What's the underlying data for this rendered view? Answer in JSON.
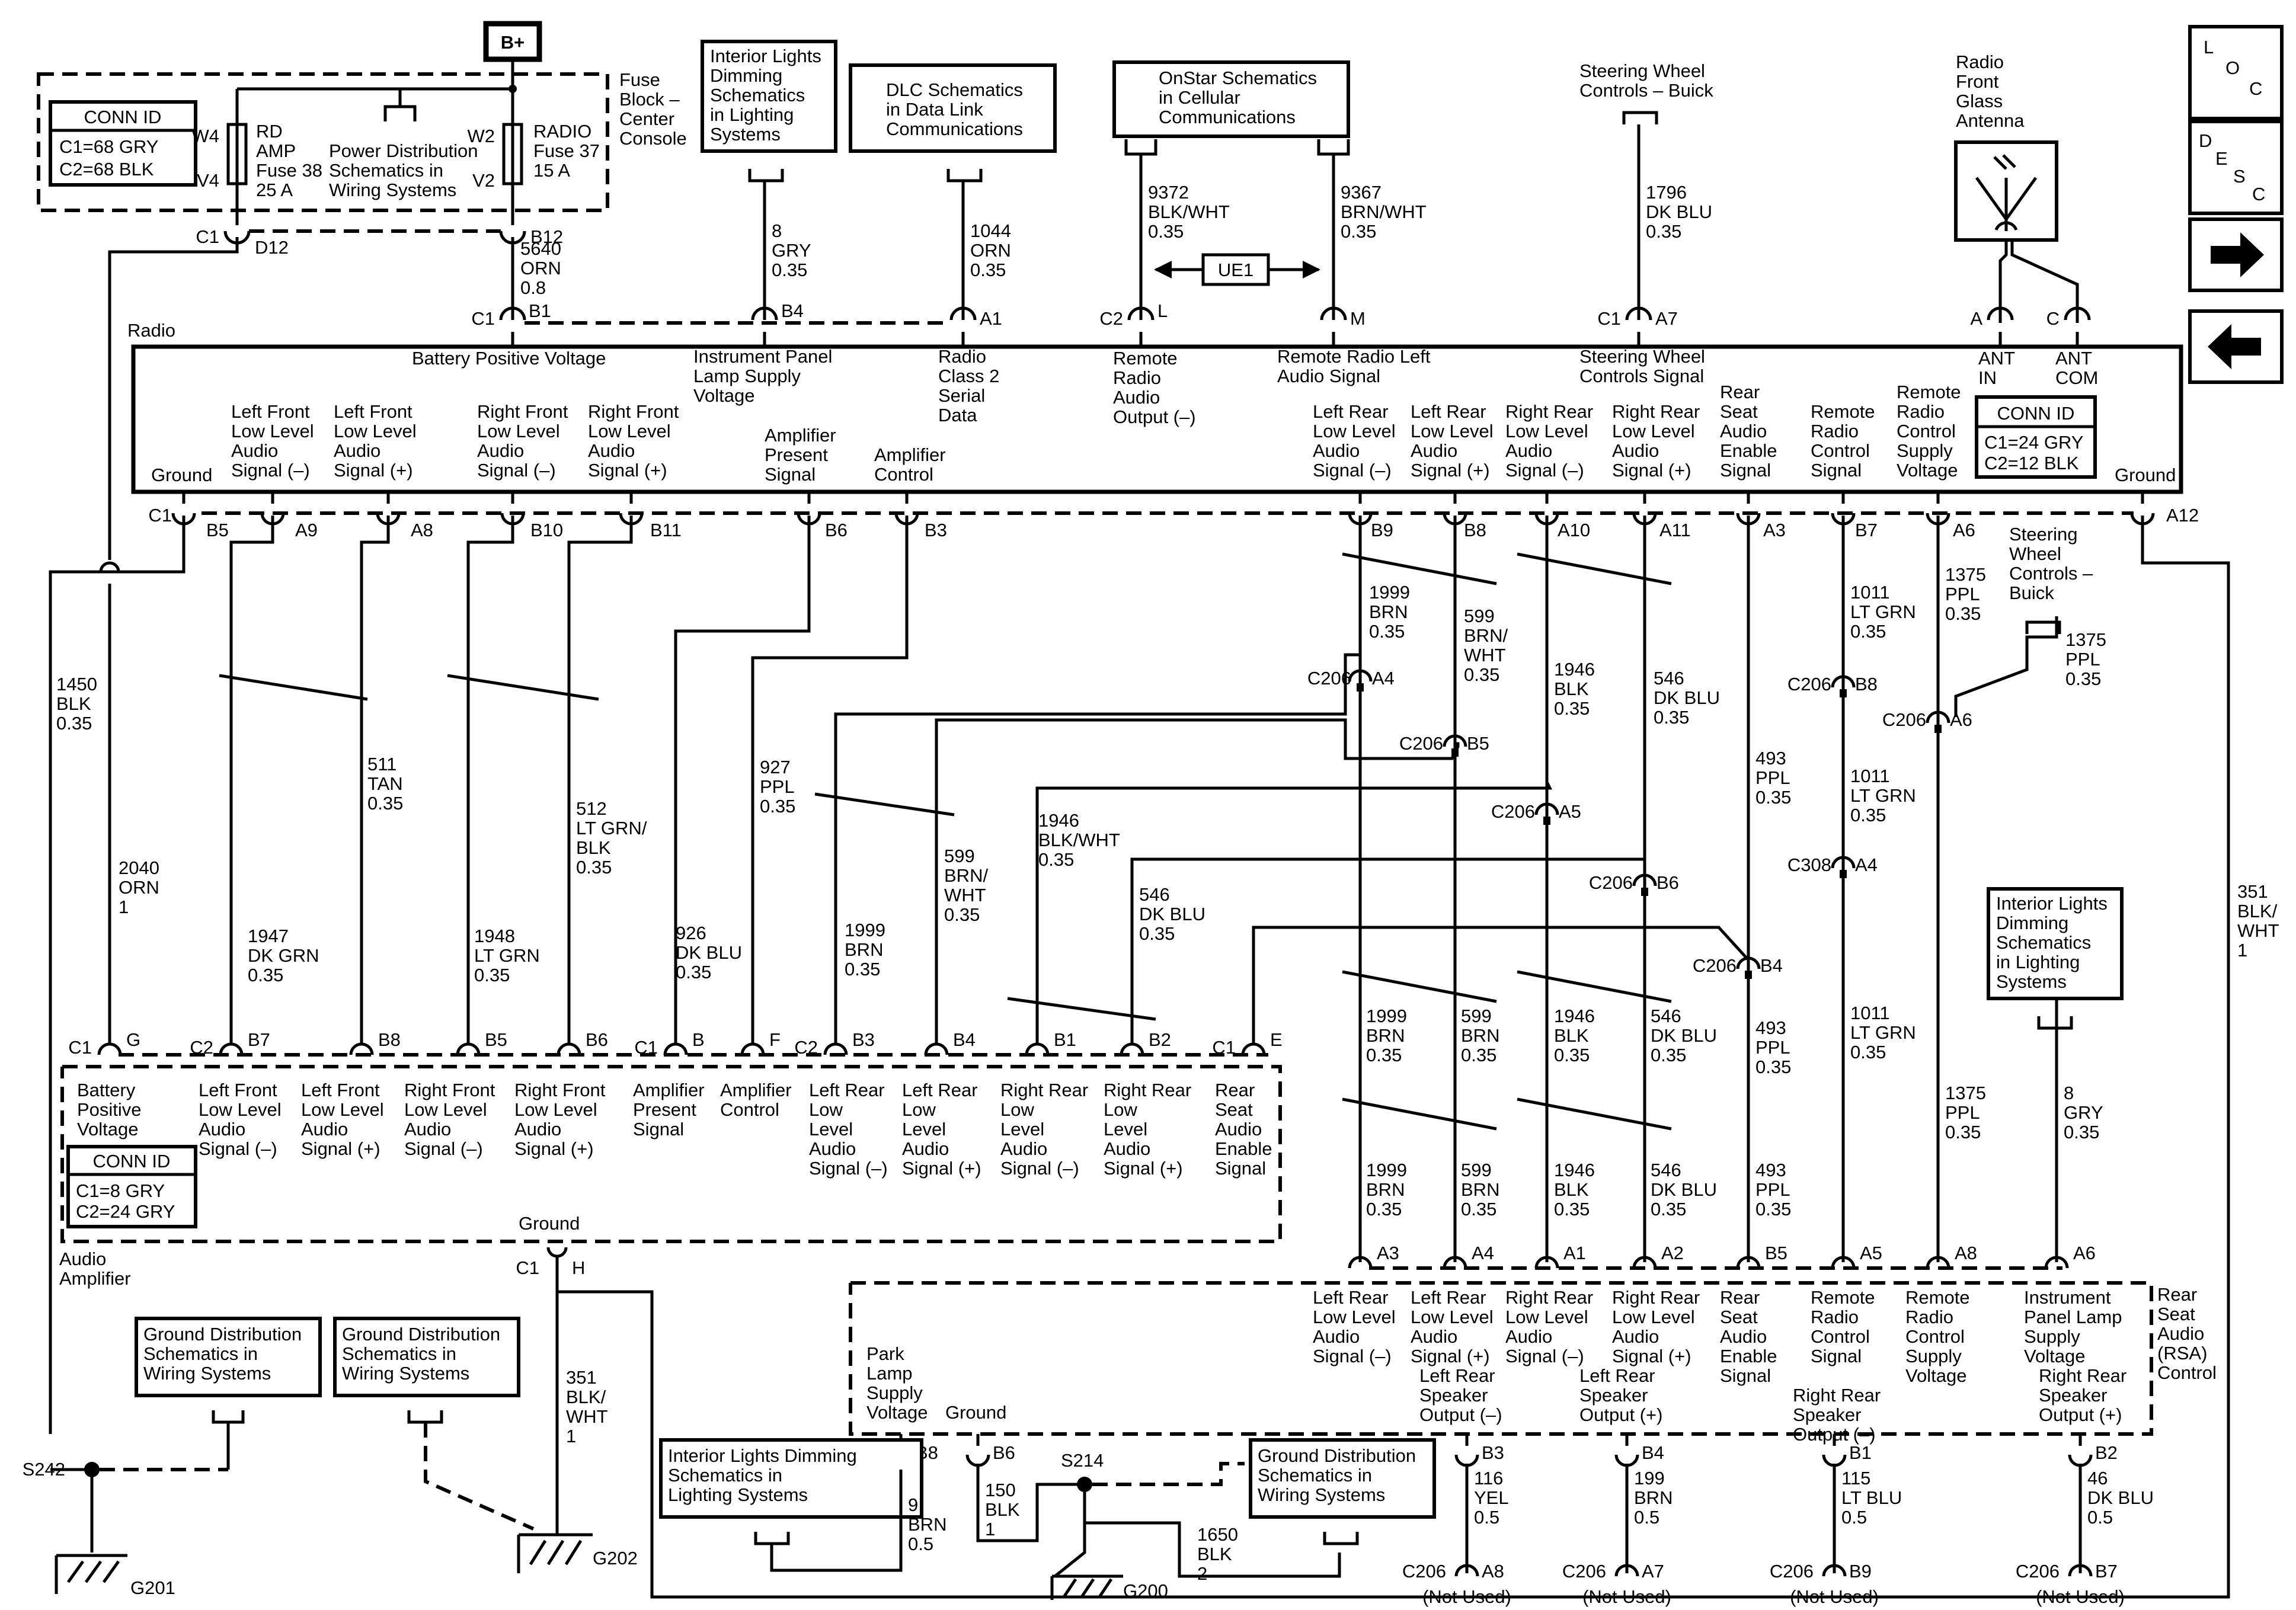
{
  "b_plus": "B+",
  "fuse_block": [
    "Fuse",
    "Block –",
    "Center",
    "Console"
  ],
  "fuse_conn": {
    "title": "CONN ID",
    "lines": [
      "C1=68 GRY",
      "C2=68 BLK"
    ]
  },
  "fuse_rd_amp": {
    "left_top": "W4",
    "left_bot": "V4",
    "lines": [
      "RD",
      "AMP",
      "Fuse 38",
      "25 A"
    ]
  },
  "fuse_radio": {
    "left_top": "W2",
    "right_bot": "V2",
    "lines": [
      "RADIO",
      "Fuse 37",
      "15 A"
    ]
  },
  "power_dist": [
    "Power Distribution",
    "Schematics in",
    "Wiring Systems"
  ],
  "refs": {
    "int_lights_top": [
      "Interior Lights",
      "Dimming",
      "Schematics",
      "in Lighting",
      "Systems"
    ],
    "dlc": [
      "DLC Schematics",
      "in Data Link",
      "Communications"
    ],
    "onstar": [
      "OnStar Schematics",
      "in Cellular",
      "Communications"
    ],
    "steering_top": [
      "Steering Wheel",
      "Controls – Buick"
    ],
    "antenna": [
      "Radio",
      "Front",
      "Glass",
      "Antenna"
    ],
    "steering_right": [
      "Steering",
      "Wheel",
      "Controls –",
      "Buick"
    ],
    "int_lights_right": [
      "Interior Lights",
      "Dimming",
      "Schematics",
      "in Lighting",
      "Systems"
    ],
    "gnd_dist_1": [
      "Ground Distribution",
      "Schematics in",
      "Wiring Systems"
    ],
    "gnd_dist_2": [
      "Ground Distribution",
      "Schematics in",
      "Wiring Systems"
    ],
    "int_lights_bottom": [
      "Interior Lights Dimming",
      "Schematics in",
      "Lighting Systems"
    ],
    "gnd_dist_3": [
      "Ground Distribution",
      "Schematics in",
      "Wiring Systems"
    ]
  },
  "nav": {
    "loc": [
      "L",
      "O",
      "C"
    ],
    "desc": [
      "D",
      "E",
      "S",
      "C"
    ]
  },
  "ue1": "UE1",
  "radio": {
    "label": "Radio",
    "conn": {
      "title": "CONN ID",
      "lines": [
        "C1=24 GRY",
        "C2=12 BLK"
      ]
    },
    "top_labels": [
      [
        "Battery Positive Voltage"
      ],
      [
        "Instrument Panel",
        "Lamp Supply",
        "Voltage"
      ],
      [
        "Radio",
        "Class 2",
        "Serial",
        "Data"
      ],
      [
        "Remote",
        "Radio",
        "Audio",
        "Output (–)"
      ],
      [
        "Remote Radio Left",
        "Audio Signal"
      ],
      [
        "Steering Wheel",
        "Controls Signal"
      ],
      [
        "ANT",
        "IN"
      ],
      [
        "ANT",
        "COM"
      ]
    ],
    "bottom_labels": [
      [
        "Ground"
      ],
      [
        "Left Front",
        "Low Level",
        "Audio",
        "Signal (–)"
      ],
      [
        "Left Front",
        "Low Level",
        "Audio",
        "Signal (+)"
      ],
      [
        "Right Front",
        "Low Level",
        "Audio",
        "Signal (–)"
      ],
      [
        "Right Front",
        "Low Level",
        "Audio",
        "Signal (+)"
      ],
      [
        "Amplifier",
        "Present",
        "Signal"
      ],
      [
        "Amplifier",
        "Control"
      ],
      [
        "Left Rear",
        "Low Level",
        "Audio",
        "Signal (–)"
      ],
      [
        "Left Rear",
        "Low Level",
        "Audio",
        "Signal (+)"
      ],
      [
        "Right Rear",
        "Low Level",
        "Audio",
        "Signal (–)"
      ],
      [
        "Right Rear",
        "Low Level",
        "Audio",
        "Signal (+)"
      ],
      [
        "Rear",
        "Seat",
        "Audio",
        "Enable",
        "Signal"
      ],
      [
        "Remote",
        "Radio",
        "Control",
        "Signal"
      ],
      [
        "Remote",
        "Radio",
        "Control",
        "Supply",
        "Voltage"
      ],
      [
        "Ground"
      ]
    ]
  },
  "top_pins": [
    {
      "conn": "C1",
      "pin": "D12"
    },
    {
      "conn": "",
      "pin": "B12"
    },
    {
      "conn": "C1",
      "pin": "B1"
    },
    {
      "conn": "",
      "pin": "B4"
    },
    {
      "conn": "",
      "pin": "A1"
    },
    {
      "conn": "C2",
      "pin": "L"
    },
    {
      "conn": "",
      "pin": "M"
    },
    {
      "conn": "C1",
      "pin": "A7"
    },
    {
      "conn": "A",
      "pin": ""
    },
    {
      "conn": "C",
      "pin": ""
    }
  ],
  "top_wires": [
    [
      "5640",
      "ORN",
      "0.8"
    ],
    [
      "8",
      "GRY",
      "0.35"
    ],
    [
      "1044",
      "ORN",
      "0.35"
    ],
    [
      "9372",
      "BLK/WHT",
      "0.35"
    ],
    [
      "9367",
      "BRN/WHT",
      "0.35"
    ],
    [
      "1796",
      "DK BLU",
      "0.35"
    ]
  ],
  "radio_bottom_pins": [
    "C1",
    "B5",
    "A9",
    "A8",
    "B10",
    "B11",
    "B6",
    "B3",
    "B9",
    "B8",
    "A10",
    "A11",
    "A3",
    "B7",
    "A6",
    "A12"
  ],
  "mid_wires": {
    "w1450": [
      "1450",
      "BLK",
      "0.35"
    ],
    "w2040": [
      "2040",
      "ORN",
      "1"
    ],
    "w1947": [
      "1947",
      "DK GRN",
      "0.35"
    ],
    "w511": [
      "511",
      "TAN",
      "0.35"
    ],
    "w1948": [
      "1948",
      "LT GRN",
      "0.35"
    ],
    "w512": [
      "512",
      "LT GRN/",
      "BLK",
      "0.35"
    ],
    "w926": [
      "926",
      "DK BLU",
      "0.35"
    ],
    "w927": [
      "927",
      "PPL",
      "0.35"
    ],
    "w1999a": [
      "1999",
      "BRN",
      "0.35"
    ],
    "w599a": [
      "599",
      "BRN/",
      "WHT",
      "0.35"
    ],
    "w1946a": [
      "1946",
      "BLK/WHT",
      "0.35"
    ],
    "w546a": [
      "546",
      "DK BLU",
      "0.35"
    ],
    "r1999": [
      "1999",
      "BRN",
      "0.35"
    ],
    "r599": [
      "599",
      "BRN/",
      "WHT",
      "0.35"
    ],
    "r1946": [
      "1946",
      "BLK",
      "0.35"
    ],
    "r546": [
      "546",
      "DK BLU",
      "0.35"
    ],
    "r493": [
      "493",
      "PPL",
      "0.35"
    ],
    "r1011a": [
      "1011",
      "LT GRN",
      "0.35"
    ],
    "r1375a": [
      "1375",
      "PPL",
      "0.35"
    ],
    "r1375b": [
      "1375",
      "PPL",
      "0.35"
    ],
    "r1011b": [
      "1011",
      "LT GRN",
      "0.35"
    ],
    "r1011c": [
      "1011",
      "LT GRN",
      "0.35"
    ],
    "r351": [
      "351",
      "BLK/",
      "WHT",
      "1"
    ],
    "s1999": [
      "1999",
      "BRN",
      "0.35"
    ],
    "s599": [
      "599",
      "BRN",
      "0.35"
    ],
    "s1946": [
      "1946",
      "BLK",
      "0.35"
    ],
    "s546": [
      "546",
      "DK BLU",
      "0.35"
    ],
    "s493": [
      "493",
      "PPL",
      "0.35"
    ],
    "t1999": [
      "1999",
      "BRN",
      "0.35"
    ],
    "t599": [
      "599",
      "BRN",
      "0.35"
    ],
    "t1946": [
      "1946",
      "BLK",
      "0.35"
    ],
    "t546": [
      "546",
      "DK BLU",
      "0.35"
    ],
    "t493": [
      "493",
      "PPL",
      "0.35"
    ],
    "t1375": [
      "1375",
      "PPL",
      "0.35"
    ],
    "t8gry": [
      "8",
      "GRY",
      "0.35"
    ]
  },
  "c206": {
    "a4": [
      "C206",
      "A4"
    ],
    "b5": [
      "C206",
      "B5"
    ],
    "a5": [
      "C206",
      "A5"
    ],
    "b6": [
      "C206",
      "B6"
    ],
    "b4": [
      "C206",
      "B4"
    ],
    "b8": [
      "C206",
      "B8"
    ],
    "a6": [
      "C206",
      "A6"
    ],
    "c308": [
      "C308",
      "A4"
    ]
  },
  "amp": {
    "label": [
      "Audio",
      "Amplifier"
    ],
    "conn": {
      "title": "CONN ID",
      "lines": [
        "C1=8 GRY",
        "C2=24 GRY"
      ]
    },
    "ground_label": "Ground",
    "pins": [
      [
        "C1",
        "G"
      ],
      [
        "C2",
        "B7"
      ],
      [
        "",
        "B8"
      ],
      [
        "",
        "B5"
      ],
      [
        "",
        "B6"
      ],
      [
        "C1",
        "B"
      ],
      [
        "",
        "F"
      ],
      [
        "C2",
        "B3"
      ],
      [
        "",
        "B4"
      ],
      [
        "",
        "B1"
      ],
      [
        "",
        "B2"
      ],
      [
        "C1",
        "E"
      ],
      [
        "C1",
        "H"
      ]
    ],
    "labels": [
      [
        "Battery",
        "Positive",
        "Voltage"
      ],
      [
        "Left Front",
        "Low Level",
        "Audio",
        "Signal (–)"
      ],
      [
        "Left Front",
        "Low Level",
        "Audio",
        "Signal (+)"
      ],
      [
        "Right Front",
        "Low Level",
        "Audio",
        "Signal (–)"
      ],
      [
        "Right Front",
        "Low Level",
        "Audio",
        "Signal (+)"
      ],
      [
        "Amplifier",
        "Present",
        "Signal"
      ],
      [
        "Amplifier",
        "Control"
      ],
      [
        "Left Rear",
        "Low",
        "Level",
        "Audio",
        "Signal (–)"
      ],
      [
        "Left Rear",
        "Low",
        "Level",
        "Audio",
        "Signal (+)"
      ],
      [
        "Right Rear",
        "Low",
        "Level",
        "Audio",
        "Signal (–)"
      ],
      [
        "Right Rear",
        "Low",
        "Level",
        "Audio",
        "Signal (+)"
      ],
      [
        "Rear",
        "Seat",
        "Audio",
        "Enable",
        "Signal"
      ]
    ]
  },
  "rsa": {
    "label": [
      "Rear",
      "Seat",
      "Audio",
      "(RSA)",
      "Control"
    ],
    "top_pins": [
      "A3",
      "A4",
      "A1",
      "A2",
      "B5",
      "A5",
      "A8",
      "A6"
    ],
    "top_labels": [
      [
        "Left Rear",
        "Low Level",
        "Audio",
        "Signal (–)"
      ],
      [
        "Left Rear",
        "Low Level",
        "Audio",
        "Signal (+)"
      ],
      [
        "Right Rear",
        "Low Level",
        "Audio",
        "Signal (–)"
      ],
      [
        "Right Rear",
        "Low Level",
        "Audio",
        "Signal (+)"
      ],
      [
        "Rear",
        "Seat",
        "Audio",
        "Enable",
        "Signal"
      ],
      [
        "Remote",
        "Radio",
        "Control",
        "Signal"
      ],
      [
        "Remote",
        "Radio",
        "Control",
        "Supply",
        "Voltage"
      ],
      [
        "Instrument",
        "Panel Lamp",
        "Supply",
        "Voltage"
      ]
    ],
    "bottom_labels": [
      [
        "Park",
        "Lamp",
        "Supply",
        "Voltage"
      ],
      [
        "Ground"
      ],
      [
        "Left Rear",
        "Speaker",
        "Output (–)"
      ],
      [
        "Left Rear",
        "Speaker",
        "Output (+)"
      ],
      [
        "Right Rear",
        "Speaker",
        "Output (–)"
      ],
      [
        "Right Rear",
        "Speaker",
        "Output (+)"
      ]
    ],
    "bottom_pins": [
      "B8",
      "B6",
      "B3",
      "B4",
      "B1",
      "B2"
    ]
  },
  "bottom_wires": {
    "w9brn": [
      "9",
      "BRN",
      "0.5"
    ],
    "w150": [
      "150",
      "BLK",
      "1"
    ],
    "w1650": [
      "1650",
      "BLK",
      "2"
    ],
    "w116": [
      "116",
      "YEL",
      "0.5"
    ],
    "w199": [
      "199",
      "BRN",
      "0.5"
    ],
    "w115": [
      "115",
      "LT BLU",
      "0.5"
    ],
    "w46": [
      "46",
      "DK BLU",
      "0.5"
    ],
    "w351": [
      "351",
      "BLK/",
      "WHT",
      "1"
    ]
  },
  "not_used": [
    {
      "conn": "C206",
      "pin": "A8",
      "note": "(Not Used)"
    },
    {
      "conn": "C206",
      "pin": "A7",
      "note": "(Not Used)"
    },
    {
      "conn": "C206",
      "pin": "B9",
      "note": "(Not Used)"
    },
    {
      "conn": "C206",
      "pin": "B7",
      "note": "(Not Used)"
    }
  ],
  "splices": {
    "s242": "S242",
    "s214": "S214"
  },
  "grounds": {
    "g201": "G201",
    "g202": "G202",
    "g200": "G200"
  }
}
